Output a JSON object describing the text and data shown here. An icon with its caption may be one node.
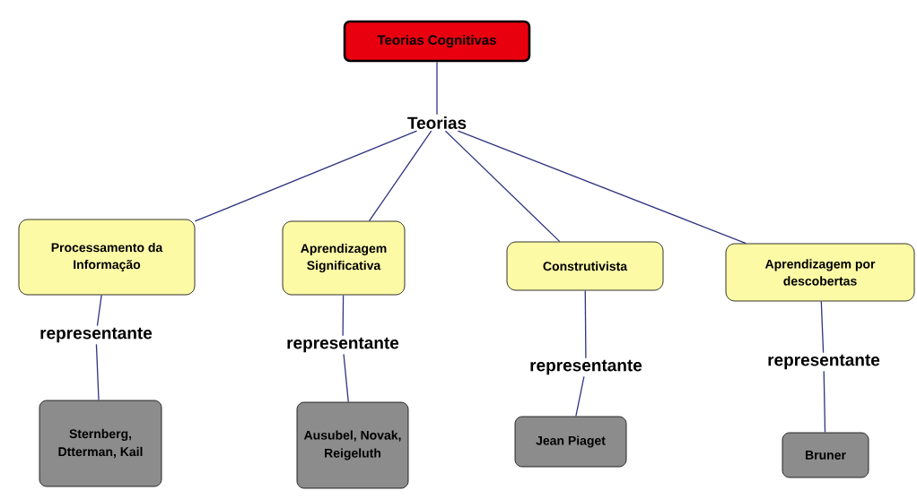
{
  "diagram": {
    "nodes": [
      {
        "text": [
          "Teorias Cognitivas"
        ]
      },
      {
        "text": [
          "Teorias"
        ]
      },
      {
        "text": [
          "Processamento da Informação"
        ]
      },
      {
        "text": [
          "Aprendizagem Significativa"
        ]
      },
      {
        "text": [
          "Construtivista"
        ]
      },
      {
        "text": [
          "Aprendizagem por descobertas"
        ]
      },
      {
        "text": [
          "representante"
        ]
      },
      {
        "text": [
          "representante"
        ]
      },
      {
        "text": [
          "representante"
        ]
      },
      {
        "text": [
          "representante"
        ]
      },
      {
        "text": [
          "Sternberg, Dtterman, Kail"
        ]
      },
      {
        "text": [
          "Ausubel, Novak, Reigeluth"
        ]
      },
      {
        "text": [
          "Jean Piaget"
        ]
      },
      {
        "text": [
          "Bruner"
        ]
      }
    ],
    "edges": [
      {
        "from": 0,
        "to": 1,
        "arrow": "none"
      },
      {
        "from": 1,
        "to": 2,
        "arrow": "none"
      },
      {
        "from": 1,
        "to": 3,
        "arrow": "none"
      },
      {
        "from": 1,
        "to": 4,
        "arrow": "none"
      },
      {
        "from": 1,
        "to": 5,
        "arrow": "none"
      },
      {
        "from": 2,
        "to": 6,
        "arrow": "none"
      },
      {
        "from": 6,
        "to": 10,
        "arrow": "none"
      },
      {
        "from": 3,
        "to": 7,
        "arrow": "none"
      },
      {
        "from": 7,
        "to": 11,
        "arrow": "none"
      },
      {
        "from": 4,
        "to": 8,
        "arrow": "none"
      },
      {
        "from": 8,
        "to": 12,
        "arrow": "none"
      },
      {
        "from": 5,
        "to": 9,
        "arrow": "none"
      },
      {
        "from": 9,
        "to": 13,
        "arrow": "none"
      }
    ]
  }
}
